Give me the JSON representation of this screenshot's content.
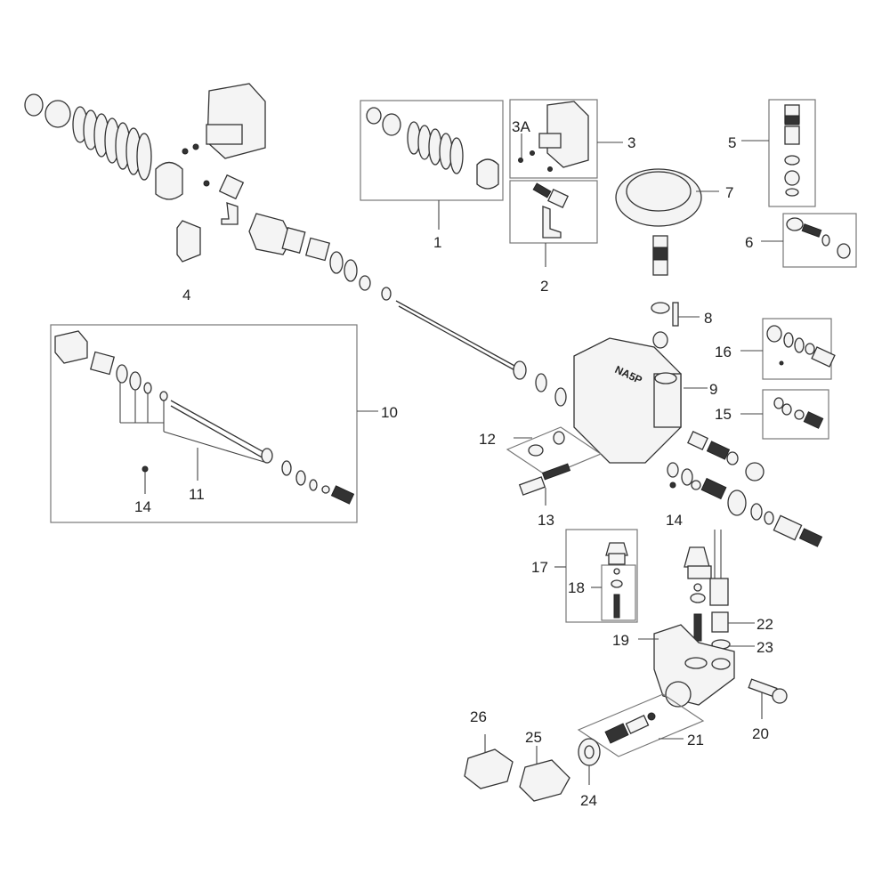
{
  "diagram": {
    "type": "exploded-parts-diagram",
    "pump_housing_marking": "NA5P",
    "callouts": [
      {
        "id": "1",
        "label": "1"
      },
      {
        "id": "2",
        "label": "2"
      },
      {
        "id": "3",
        "label": "3"
      },
      {
        "id": "3A",
        "label": "3A"
      },
      {
        "id": "4",
        "label": "4"
      },
      {
        "id": "5",
        "label": "5"
      },
      {
        "id": "6",
        "label": "6"
      },
      {
        "id": "7",
        "label": "7"
      },
      {
        "id": "8",
        "label": "8"
      },
      {
        "id": "9",
        "label": "9"
      },
      {
        "id": "10",
        "label": "10"
      },
      {
        "id": "11",
        "label": "11"
      },
      {
        "id": "12",
        "label": "12"
      },
      {
        "id": "13",
        "label": "13"
      },
      {
        "id": "14a",
        "label": "14"
      },
      {
        "id": "14b",
        "label": "14"
      },
      {
        "id": "15",
        "label": "15"
      },
      {
        "id": "16",
        "label": "16"
      },
      {
        "id": "17",
        "label": "17"
      },
      {
        "id": "18",
        "label": "18"
      },
      {
        "id": "19",
        "label": "19"
      },
      {
        "id": "20",
        "label": "20"
      },
      {
        "id": "21",
        "label": "21"
      },
      {
        "id": "22",
        "label": "22"
      },
      {
        "id": "23",
        "label": "23"
      },
      {
        "id": "24",
        "label": "24"
      },
      {
        "id": "25",
        "label": "25"
      },
      {
        "id": "26",
        "label": "26"
      }
    ]
  }
}
